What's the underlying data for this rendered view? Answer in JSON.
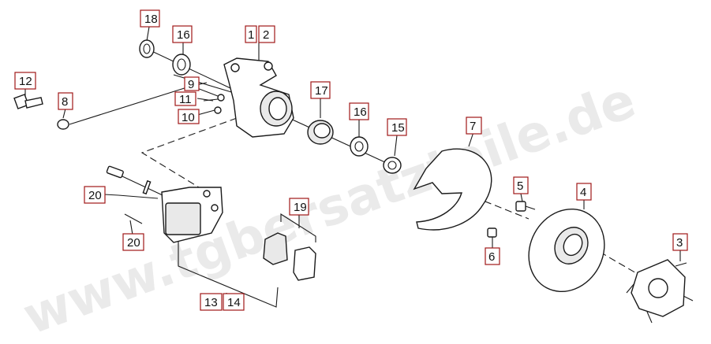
{
  "watermark": "www.tgbersatzteile.de",
  "callouts": [
    {
      "id": "c18",
      "text": "18"
    },
    {
      "id": "c16a",
      "text": "16"
    },
    {
      "id": "c1",
      "text": "1"
    },
    {
      "id": "c2",
      "text": "2"
    },
    {
      "id": "c12",
      "text": "12"
    },
    {
      "id": "c8",
      "text": "8"
    },
    {
      "id": "c9",
      "text": "9"
    },
    {
      "id": "c11",
      "text": "11"
    },
    {
      "id": "c10",
      "text": "10"
    },
    {
      "id": "c17",
      "text": "17"
    },
    {
      "id": "c16b",
      "text": "16"
    },
    {
      "id": "c15",
      "text": "15"
    },
    {
      "id": "c7",
      "text": "7"
    },
    {
      "id": "c5",
      "text": "5"
    },
    {
      "id": "c4",
      "text": "4"
    },
    {
      "id": "c3",
      "text": "3"
    },
    {
      "id": "c6",
      "text": "6"
    },
    {
      "id": "c20a",
      "text": "20"
    },
    {
      "id": "c20b",
      "text": "20"
    },
    {
      "id": "c19",
      "text": "19"
    },
    {
      "id": "c13",
      "text": "13"
    },
    {
      "id": "c14",
      "text": "14"
    }
  ]
}
